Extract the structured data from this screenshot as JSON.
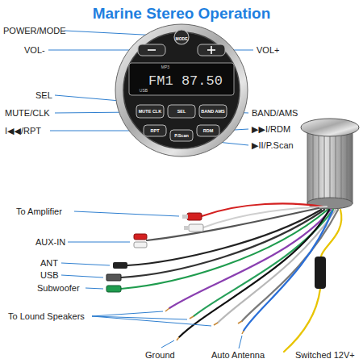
{
  "diagram": {
    "title": "Marine Stereo Operation",
    "labels": [
      "POWER/MODE",
      "VOL-",
      "VOL+",
      "SEL",
      "MUTE/CLK",
      "BAND/AMS",
      "I◀◀/RPT",
      "▶▶I/RDM",
      "▶II/P.Scan",
      "To Amplifier",
      "AUX-IN",
      "ANT",
      "USB",
      "Subwoofer",
      "To Lound Speakers",
      "Ground",
      "Auto Antenna",
      "Switched 12V+",
      "MODE",
      "FM1 87.50",
      "MP3",
      "USB",
      "MUTE CLK",
      "SEL",
      "BAND AMS",
      "RPT",
      "RDM",
      "P.Scan"
    ]
  }
}
